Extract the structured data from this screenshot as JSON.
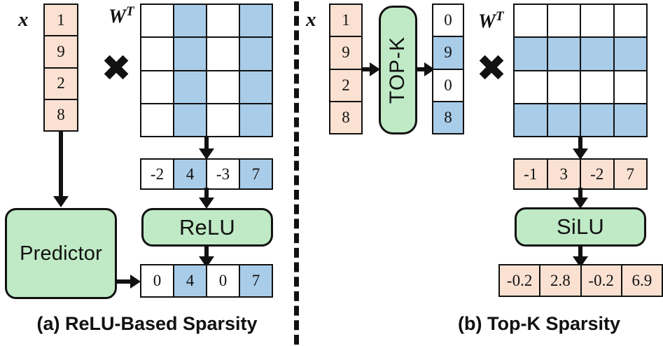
{
  "figure": {
    "colors": {
      "peach": "#fae1d2",
      "blue": "#a9cce8",
      "green": "#bfeac5",
      "stroke": "#111111",
      "white": "#ffffff"
    }
  },
  "panel_a": {
    "caption": "(a) ReLU-Based Sparsity",
    "input_label": "x",
    "weight_label": "W",
    "weight_label_sup": "T",
    "multiply_symbol": "✖",
    "input_vector": [
      {
        "value": "1",
        "fill": "peach"
      },
      {
        "value": "9",
        "fill": "peach"
      },
      {
        "value": "2",
        "fill": "peach"
      },
      {
        "value": "8",
        "fill": "peach"
      }
    ],
    "matrix": {
      "rows": 4,
      "cols": 4,
      "fills": [
        [
          "white",
          "blue",
          "white",
          "blue"
        ],
        [
          "white",
          "blue",
          "white",
          "blue"
        ],
        [
          "white",
          "blue",
          "white",
          "blue"
        ],
        [
          "white",
          "blue",
          "white",
          "blue"
        ]
      ]
    },
    "preact_vector": [
      {
        "value": "-2",
        "fill": "white"
      },
      {
        "value": "4",
        "fill": "blue"
      },
      {
        "value": "-3",
        "fill": "white"
      },
      {
        "value": "7",
        "fill": "blue"
      }
    ],
    "activation_label": "ReLU",
    "predictor_label": "Predictor",
    "output_vector": [
      {
        "value": "0",
        "fill": "white"
      },
      {
        "value": "4",
        "fill": "blue"
      },
      {
        "value": "0",
        "fill": "white"
      },
      {
        "value": "7",
        "fill": "blue"
      }
    ]
  },
  "panel_b": {
    "caption": "(b) Top-K Sparsity",
    "input_label": "x",
    "weight_label": "W",
    "weight_label_sup": "T",
    "multiply_symbol": "✖",
    "input_vector": [
      {
        "value": "1",
        "fill": "peach"
      },
      {
        "value": "9",
        "fill": "peach"
      },
      {
        "value": "2",
        "fill": "peach"
      },
      {
        "value": "8",
        "fill": "peach"
      }
    ],
    "topk_label": "TOP-K",
    "sparse_vector": [
      {
        "value": "0",
        "fill": "white"
      },
      {
        "value": "9",
        "fill": "blue"
      },
      {
        "value": "0",
        "fill": "white"
      },
      {
        "value": "8",
        "fill": "blue"
      }
    ],
    "matrix": {
      "rows": 4,
      "cols": 4,
      "fills": [
        [
          "white",
          "white",
          "white",
          "white"
        ],
        [
          "blue",
          "blue",
          "blue",
          "blue"
        ],
        [
          "white",
          "white",
          "white",
          "white"
        ],
        [
          "blue",
          "blue",
          "blue",
          "blue"
        ]
      ]
    },
    "preact_vector": [
      {
        "value": "-1",
        "fill": "peach"
      },
      {
        "value": "3",
        "fill": "peach"
      },
      {
        "value": "-2",
        "fill": "peach"
      },
      {
        "value": "7",
        "fill": "peach"
      }
    ],
    "activation_label": "SiLU",
    "output_vector": [
      {
        "value": "-0.2",
        "fill": "peach"
      },
      {
        "value": "2.8",
        "fill": "peach"
      },
      {
        "value": "-0.2",
        "fill": "peach"
      },
      {
        "value": "6.9",
        "fill": "peach"
      }
    ]
  }
}
